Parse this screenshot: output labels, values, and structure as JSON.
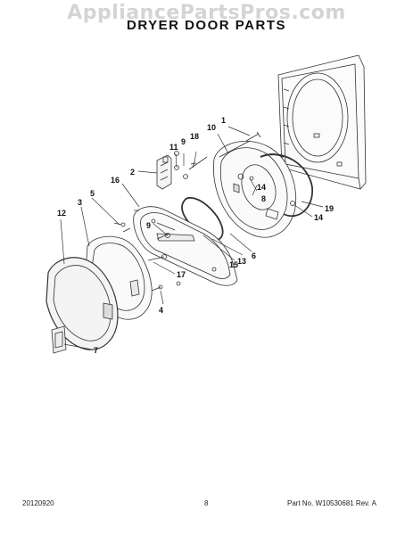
{
  "watermark": "AppliancePartsPros.com",
  "title": "DRYER DOOR PARTS",
  "callouts": {
    "c1": "1",
    "c2": "2",
    "c3": "3",
    "c4": "4",
    "c5": "5",
    "c6": "6",
    "c7": "7",
    "c8": "8",
    "c9a": "9",
    "c9b": "9",
    "c10": "10",
    "c11": "11",
    "c12": "12",
    "c13": "13",
    "c14a": "14",
    "c14b": "14",
    "c15": "15",
    "c16": "16",
    "c17": "17",
    "c18": "18",
    "c19": "19"
  },
  "footer": {
    "date": "20120920",
    "page": "8",
    "part_number": "Part No. W10530681  Rev. A"
  }
}
